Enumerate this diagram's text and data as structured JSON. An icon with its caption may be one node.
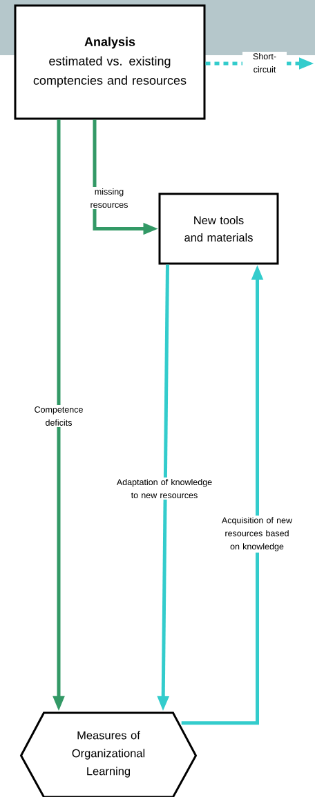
{
  "diagram": {
    "nodes": [
      {
        "text": [
          "Analysis",
          "estimated vs. existing comptencies and resources"
        ]
      },
      {
        "text": [
          "New tools and materials"
        ]
      },
      {
        "text": [
          "Measures of Organizational Learning"
        ]
      }
    ],
    "edges": [
      {
        "from": 0,
        "to": null,
        "arrow": "to",
        "label": "Short-circuit",
        "style": "dashed",
        "color": "#33cccc"
      },
      {
        "from": 0,
        "to": 1,
        "arrow": "to",
        "label": "missing resources",
        "color": "#339966"
      },
      {
        "from": 0,
        "to": 2,
        "arrow": "to",
        "label": "Competence deficits",
        "color": "#339966"
      },
      {
        "from": 1,
        "to": 2,
        "arrow": "to",
        "label": "Adaptation of knowledge to new resources",
        "color": "#33cccc"
      },
      {
        "from": 2,
        "to": 1,
        "arrow": "to",
        "label": "Acquisition of new resources based on knowledge",
        "color": "#33cccc"
      }
    ]
  }
}
